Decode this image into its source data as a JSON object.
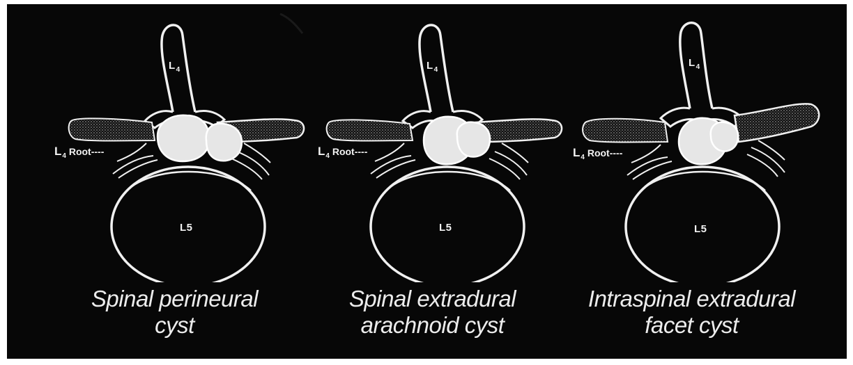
{
  "panels": [
    {
      "vertebra_upper": "L",
      "vertebra_upper_sub": "4",
      "vertebra_lower": "L5",
      "root_label_main": "L",
      "root_label_sub": "4",
      "root_label_text": "Root",
      "root_label_dash": "----",
      "caption_line1": "Spinal perineural",
      "caption_line2": "cyst"
    },
    {
      "vertebra_upper": "L",
      "vertebra_upper_sub": "4",
      "vertebra_lower": "L5",
      "root_label_main": "L",
      "root_label_sub": "4",
      "root_label_text": "Root",
      "root_label_dash": "----",
      "caption_line1": "Spinal extradural",
      "caption_line2": "arachnoid cyst"
    },
    {
      "vertebra_upper": "L",
      "vertebra_upper_sub": "4",
      "vertebra_lower": "L5",
      "root_label_main": "L",
      "root_label_sub": "4",
      "root_label_text": "Root",
      "root_label_dash": "----",
      "caption_line1": "Intraspinal extradural",
      "caption_line2": "facet cyst"
    }
  ],
  "colors": {
    "background": "#070707",
    "line": "#f0f0f0",
    "cyst_fill": "#e6e6e6",
    "shading": "#7a7a7a"
  }
}
